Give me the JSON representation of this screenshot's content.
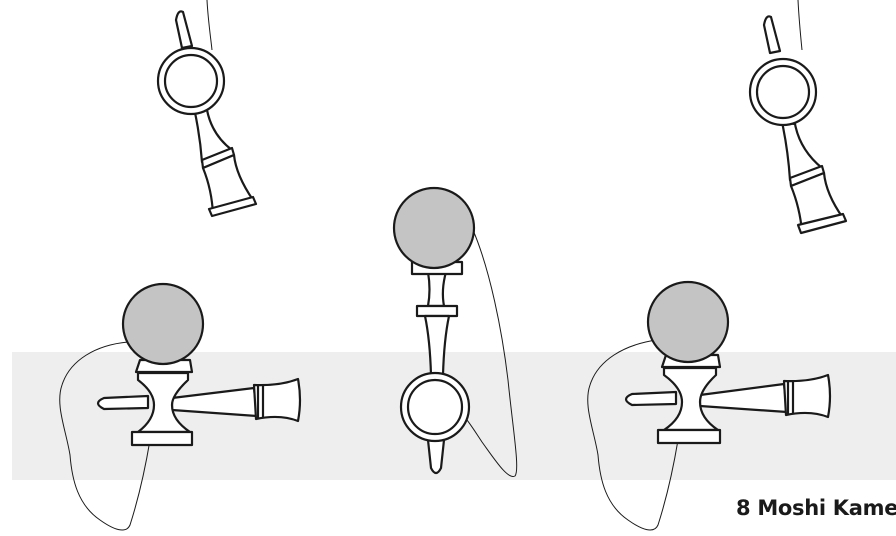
{
  "caption": "8 Moshi Kame",
  "colors": {
    "background": "#ffffff",
    "band": "#eeeeee",
    "ball": "#c4c4c4",
    "line": "#1a1a1a"
  },
  "figures": [
    {
      "name": "kendama-hanging-top-left",
      "pose": "upside-down-hanging"
    },
    {
      "name": "kendama-hanging-top-right",
      "pose": "upside-down-hanging"
    },
    {
      "name": "kendama-left-moshi-kame",
      "pose": "ball-on-big-cup"
    },
    {
      "name": "kendama-center-vertical",
      "pose": "ball-on-top-spike-down"
    },
    {
      "name": "kendama-right-moshi-kame",
      "pose": "ball-on-big-cup"
    }
  ]
}
